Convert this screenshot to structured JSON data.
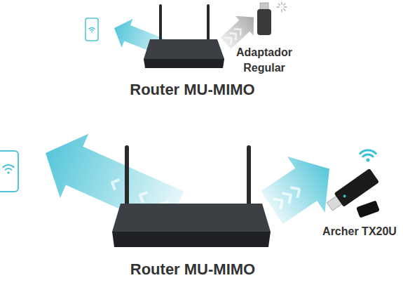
{
  "diagram": {
    "nodes": [
      {
        "text": [
          "Adaptador Regular"
        ]
      },
      {
        "text": [
          "Router MU-MIMO"
        ]
      },
      {
        "text": [
          "Router MU-MIMO"
        ]
      },
      {
        "text": [
          "Archer TX20U"
        ]
      }
    ],
    "edges": [
      {
        "from": 1,
        "to": 0,
        "arrow": "to"
      },
      {
        "from": 2,
        "to": 3,
        "arrow": "to"
      }
    ]
  }
}
